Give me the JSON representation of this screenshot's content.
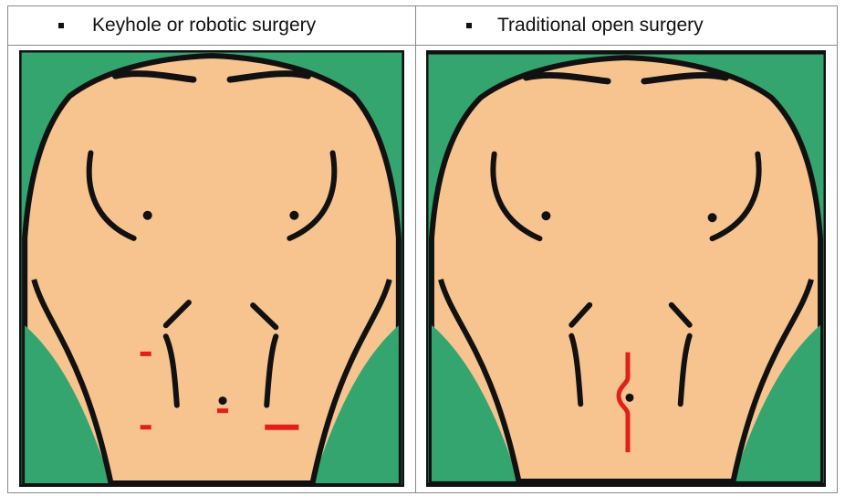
{
  "columns": [
    {
      "title": "Keyhole or robotic surgery",
      "panel": "keyhole-torso"
    },
    {
      "title": "Traditional open surgery",
      "panel": "open-torso"
    }
  ],
  "colors": {
    "background": "#35a570",
    "skin": "#f7c490",
    "outline": "#111111",
    "incision": "#e0201b"
  }
}
